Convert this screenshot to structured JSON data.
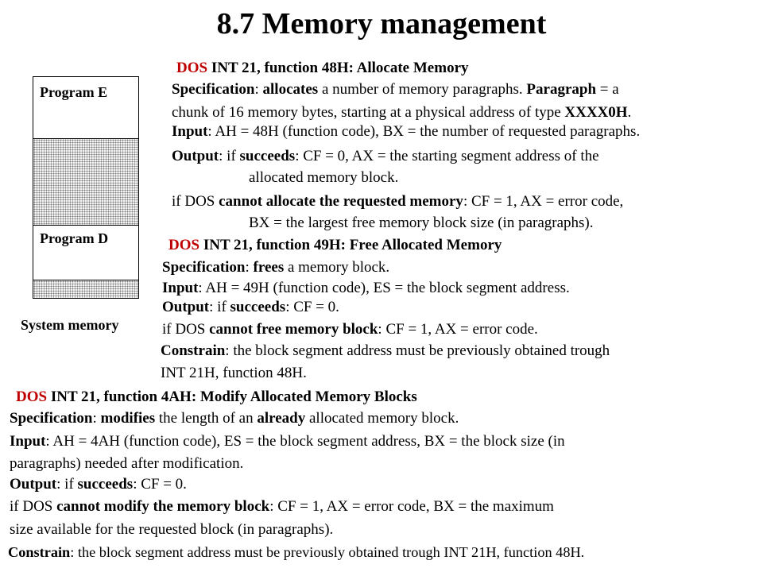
{
  "title": "8.7 Memory management",
  "diagram": {
    "program_e": "Program E",
    "program_d": "Program D",
    "system_memory": "System memory"
  },
  "sec48": {
    "h_dos": "DOS",
    "h_rest": " INT 21, function 48H: Allocate Memory",
    "spec_1": "Specification",
    "spec_2": ": ",
    "spec_3": "allocates",
    "spec_4": " a number of memory paragraphs. ",
    "spec_5": "Paragraph",
    "spec_6": " = a",
    "spec_line2": "chunk of 16 memory bytes, starting at a physical address of type ",
    "spec_line2_b": "XXXX0H",
    "spec_line2_end": ".",
    "input_1": "Input",
    "input_2": ": AH = 48H (function code), BX = the number of requested paragraphs.",
    "output_1": "Output",
    "output_2": ": if ",
    "output_3": "succeeds",
    "output_4": ": CF = 0, AX = the starting segment address of the",
    "output_line2": "allocated memory block.",
    "fail_1": "if DOS ",
    "fail_2": "cannot allocate the requested memory",
    "fail_3": ": CF = 1, AX = error code,",
    "fail_line2": "BX = the largest free memory block size (in paragraphs)."
  },
  "sec49": {
    "h_dos": "DOS",
    "h_rest": " INT 21, function 49H: Free Allocated Memory",
    "spec_1": "Specification",
    "spec_2": ": ",
    "spec_3": "frees",
    "spec_4": " a memory block.",
    "input_1": "Input",
    "input_2": ": AH = 49H (function code), ES = the block segment address.",
    "output_1": "Output",
    "output_2": ": if ",
    "output_3": "succeeds",
    "output_4": ": CF = 0.",
    "fail_1": "if DOS ",
    "fail_2": "cannot free memory block",
    "fail_3": ": CF = 1, AX = error code.",
    "con_1": "Constrain",
    "con_2": ": the block segment address must be previously obtained trough",
    "con_line2": "INT 21H, function 48H."
  },
  "sec4a": {
    "h_dos": "DOS",
    "h_rest": " INT 21, function 4AH: Modify Allocated Memory Blocks",
    "spec_1": "Specification",
    "spec_2": ": ",
    "spec_3": "modifies",
    "spec_4": " the length of an ",
    "spec_5": "already",
    "spec_6": " allocated memory block.",
    "input_1": "Input",
    "input_2": ": AH = 4AH (function code), ES = the block segment address, BX = the block size (in",
    "input_line2": "paragraphs) needed after modification.",
    "output_1": "Output",
    "output_2": ": if ",
    "output_3": "succeeds",
    "output_4": ": CF = 0.",
    "fail_1": "if DOS ",
    "fail_2": "cannot modify the memory block",
    "fail_3": ": CF = 1, AX = error code, BX = the maximum",
    "fail_line2": "size available for the requested block (in paragraphs).",
    "con_1": "Constrain",
    "con_2": ": the block segment address must be previously obtained trough INT 21H, function 48H."
  }
}
